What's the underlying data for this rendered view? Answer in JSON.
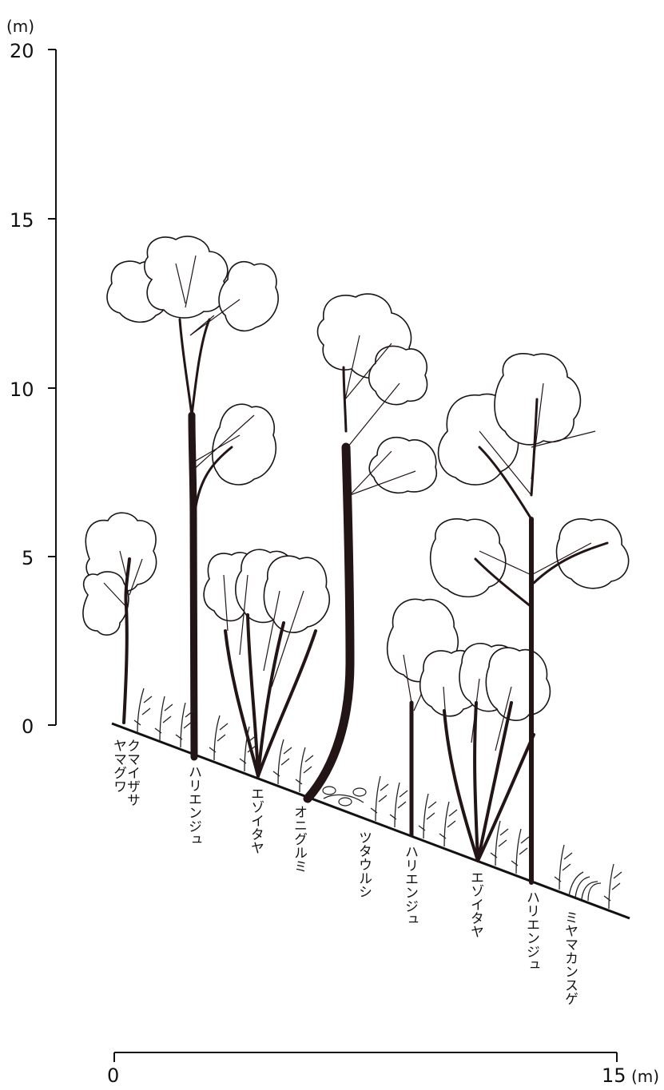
{
  "vertical_axis": {
    "unit": "(m)",
    "ticks": [
      "0",
      "5",
      "10",
      "15",
      "20"
    ],
    "range": [
      0,
      20
    ]
  },
  "horizontal_axis": {
    "start_label": "0",
    "end_label": "15",
    "unit": "(m)",
    "range": [
      0,
      15
    ]
  },
  "species_labels": [
    "クマイザサ",
    "ヤマグワ",
    "ハリエンジュ",
    "エゾイタヤ",
    "オニグルミ",
    "ツタウルシ",
    "ハリエンジュ",
    "エゾイタヤ",
    "ハリエンジュ",
    "ミヤマカンスゲ"
  ]
}
